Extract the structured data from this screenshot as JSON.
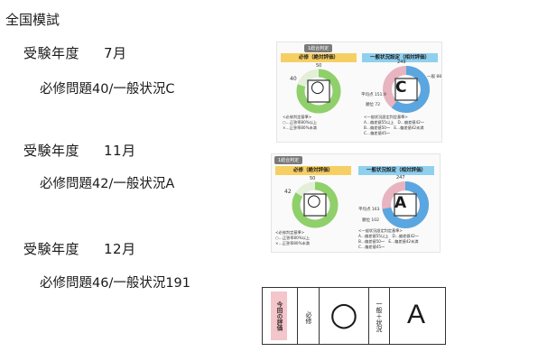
{
  "header": {
    "title": "全国模試"
  },
  "exams": [
    {
      "year_label": "受験年度",
      "month": "7月",
      "result": "必修問題40/一般状況C"
    },
    {
      "year_label": "受験年度",
      "month": "11月",
      "result": "必修問題42/一般状況A"
    },
    {
      "year_label": "受験年度",
      "month": "12月",
      "result": "必修問題46/一般状況191"
    }
  ],
  "card1": {
    "title": "1総合判定",
    "left_head": "必修（絶対評価）",
    "right_head": "一般状況設定（相対評価）",
    "left_max": "50",
    "left_score": "40",
    "left_mark": "○",
    "right_top": "249",
    "right_side": "一般 88",
    "avg": "平均点 151.9",
    "rank": "順位 72",
    "right_grade": "C",
    "left_crit_title": "<必修判定基準>",
    "left_crit": [
      "○…正答率80%以上",
      "×…正答率80%未満"
    ],
    "right_crit_title": "<一般状況設定判定基準>",
    "right_crit": [
      "A…偏差値55以上　D…偏差値42〜",
      "B…偏差値50〜　E…偏差値42未満",
      "C…偏差値45〜"
    ],
    "colors": {
      "left": "#8fd06a",
      "right_a": "#5aa6e0",
      "right_b": "#e8b4c0"
    }
  },
  "card2": {
    "title": "1総合判定",
    "left_head": "必修（絶対評価）",
    "right_head": "一般状況設定（相対評価）",
    "left_max": "50",
    "left_score": "42",
    "left_mark": "○",
    "right_top": "247",
    "avg": "平均点 163",
    "rank": "順位 102",
    "right_grade": "A",
    "left_crit_title": "<必修判定基準>",
    "left_crit": [
      "○…正答率80%以上",
      "×…正答率80%未満"
    ],
    "right_crit_title": "<一般状況設定判定基準>",
    "right_crit": [
      "A…偏差値55以上　D…偏差値42〜",
      "B…偏差値50〜　E…偏差値42未満",
      "C…偏差値45〜"
    ]
  },
  "card3": {
    "label_side": "今回の評価",
    "col1": "必修",
    "mark": "○",
    "col2": "一般＋状況",
    "grade": "A"
  }
}
